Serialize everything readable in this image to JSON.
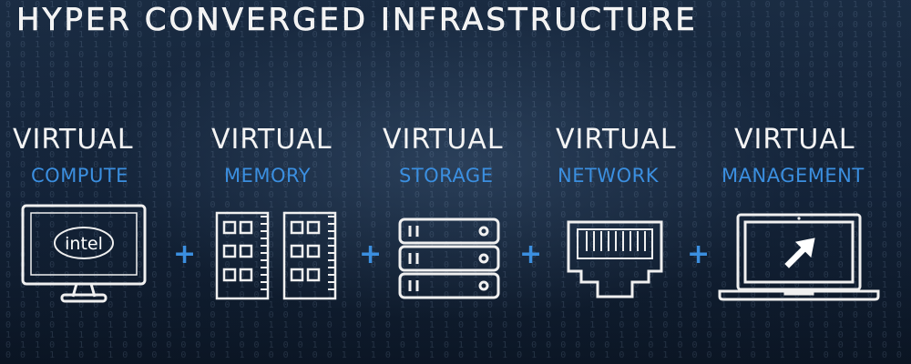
{
  "title": "HYPER CONVERGED INFRASTRUCTURE",
  "prefix": "VIRTUAL",
  "components": [
    {
      "virtual": "VIRTUAL",
      "name": "COMPUTE",
      "icon": "monitor-icon",
      "badge": "intel"
    },
    {
      "virtual": "VIRTUAL",
      "name": "MEMORY",
      "icon": "memory-modules-icon"
    },
    {
      "virtual": "VIRTUAL",
      "name": "STORAGE",
      "icon": "server-stack-icon"
    },
    {
      "virtual": "VIRTUAL",
      "name": "NETWORK",
      "icon": "ethernet-port-icon"
    },
    {
      "virtual": "VIRTUAL",
      "name": "MANAGEMENT",
      "icon": "laptop-cursor-icon"
    }
  ],
  "operator": "+",
  "colors": {
    "accent": "#3b8fe0",
    "text": "#f4f4f4",
    "background": "#14243a"
  }
}
